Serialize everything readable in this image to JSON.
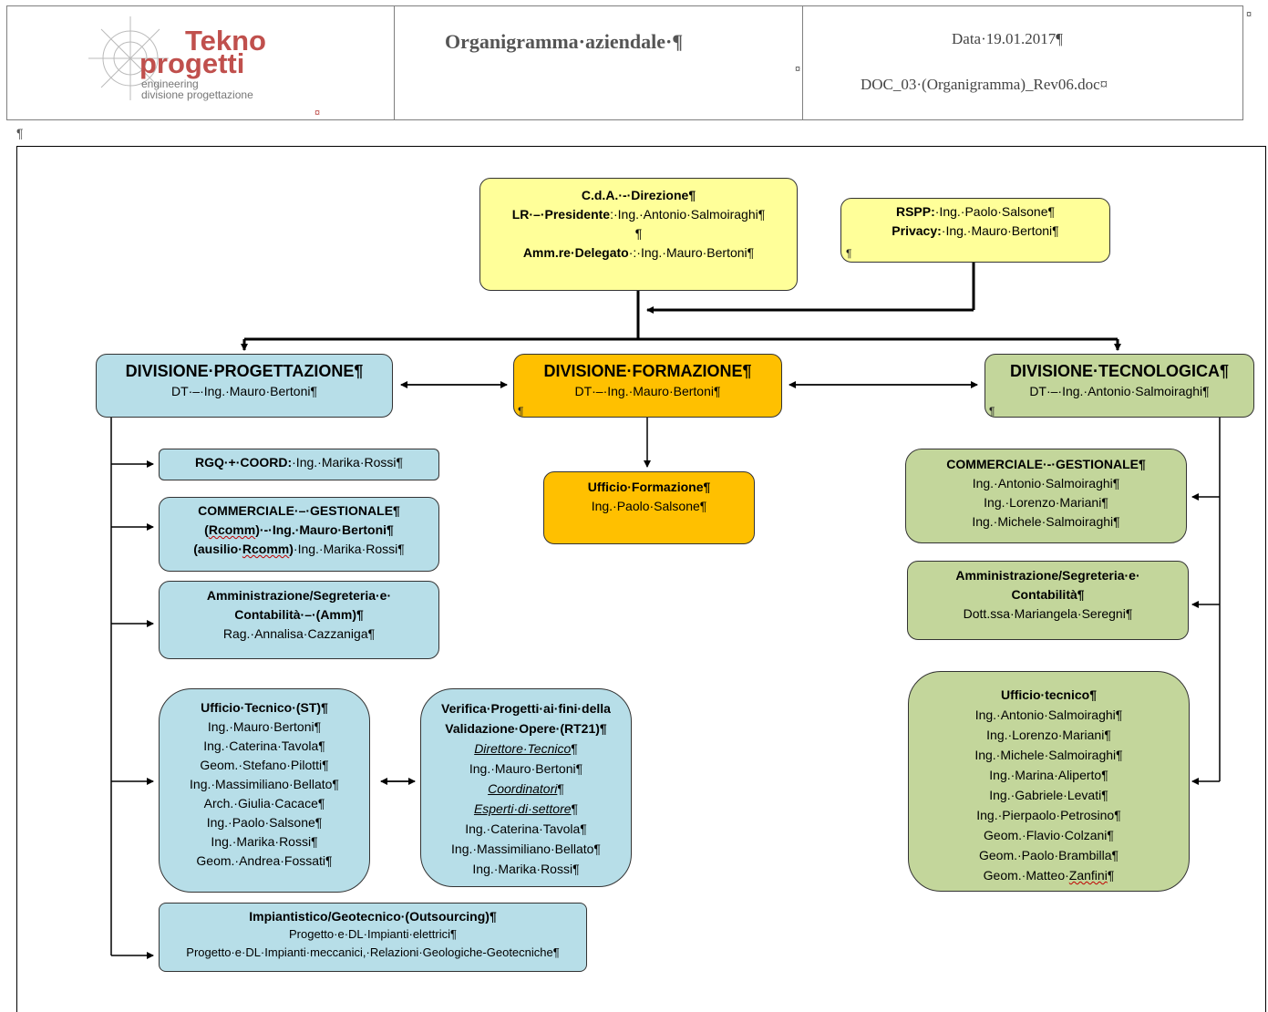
{
  "header": {
    "logo": {
      "line1": "Tekno",
      "line2": "progetti",
      "line3": "engineering",
      "line4": "divisione progettazione"
    },
    "title": "Organigramma·aziendale·¶",
    "date": "Data·19.01.2017¶",
    "doc": "DOC_03·(Organigramma)_Rev06.doc¤",
    "cell_mark": "¤",
    "para_mark": "¶"
  },
  "top": {
    "cda": {
      "l1": "C.d.A.·-·Direzione¶",
      "l2b": "LR·–·Presidente",
      "l2": ":·Ing.·Antonio·Salmoiraghi¶",
      "l3": "¶",
      "l4b": "Amm.re·Delegato",
      "l4": "·:·Ing.·Mauro·Bertoni¶"
    },
    "rspp": {
      "l1b": "RSPP:",
      "l1": "·Ing.·Paolo·Salsone¶",
      "l2b": "Privacy:",
      "l2": "·Ing.·Mauro·Bertoni¶",
      "mark": "¶"
    }
  },
  "divisions": {
    "progettazione": {
      "title": "DIVISIONE·PROGETTAZIONE¶",
      "dt": "DT·–·Ing.·Mauro·Bertoni¶"
    },
    "formazione": {
      "title": "DIVISIONE·FORMAZIONE¶",
      "dt": "DT·–·Ing.·Mauro·Bertoni¶"
    },
    "tecnologica": {
      "title": "DIVISIONE·TECNOLOGICA¶",
      "dt": "DT·–·Ing.·Antonio·Salmoiraghi¶"
    }
  },
  "progettazione_units": {
    "rgq": {
      "b": "RGQ·+·COORD:",
      "t": "·Ing.·Marika·Rossi¶"
    },
    "commerciale": {
      "l1": "COMMERCIALE·–·GESTIONALE¶",
      "l2a": "(",
      "l2r": "Rcomm",
      "l2b": ")·-·Ing.·Mauro·Bertoni¶",
      "l3a": "(ausilio·",
      "l3r": "Rcomm",
      "l3b": ")",
      "l3c": "·Ing.·Marika·Rossi¶"
    },
    "amm": {
      "l1": "Amministrazione/Segreteria·e·",
      "l2": "Contabilità·–·(Amm)¶",
      "l3": "Rag.·Annalisa·Cazzaniga¶"
    },
    "ufficio_tecnico": {
      "title": "Ufficio·Tecnico·(ST)¶",
      "members": [
        "Ing.·Mauro·Bertoni¶",
        "Ing.·Caterina·Tavola¶",
        "Geom.·Stefano·Pilotti¶",
        "Ing.·Massimiliano·Bellato¶",
        "Arch.·Giulia·Cacace¶",
        "Ing.·Paolo·Salsone¶",
        "Ing.·Marika·Rossi¶",
        "Geom.·Andrea·Fossati¶"
      ]
    },
    "verifica": {
      "l1": "Verifica·Progetti·ai·fini·della",
      "l2": "Validazione·Opere·(RT21)¶",
      "l3": "Direttore·Tecnico",
      "l3e": "¶",
      "l4": "Ing.·Mauro·Bertoni¶",
      "l5": "Coordinatori",
      "l5e": "¶",
      "l6": "Esperti·di·settore",
      "l6e": "¶",
      "l7": "Ing.·Caterina·Tavola¶",
      "l8": "Ing.·Massimiliano·Bellato¶",
      "l9": "Ing.·Marika·Rossi¶"
    },
    "impiantistico": {
      "l1": "Impiantistico/Geotecnico·(Outsourcing)¶",
      "l2": "Progetto·e·DL·Impianti·elettrici¶",
      "l3": "Progetto·e·DL·Impianti·meccanici,·Relazioni·Geologiche-Geotecniche¶"
    }
  },
  "formazione_units": {
    "ufficio": {
      "title": "Ufficio·Formazione¶",
      "member": "Ing.·Paolo·Salsone¶"
    }
  },
  "tecnologica_units": {
    "commerciale": {
      "title": "COMMERCIALE·-·GESTIONALE¶",
      "members": [
        "Ing.·Antonio·Salmoiraghi¶",
        "Ing.·Lorenzo·Mariani¶",
        "Ing.·Michele·Salmoiraghi¶"
      ]
    },
    "amm": {
      "l1": "Amministrazione/Segreteria·e·",
      "l2": "Contabilità¶",
      "l3": "Dott.ssa·Mariangela·Seregni¶"
    },
    "ufficio_tecnico": {
      "title": "Ufficio·tecnico¶",
      "members": [
        "Ing.·Antonio·Salmoiraghi¶",
        "Ing.·Lorenzo·Mariani¶",
        "Ing.·Michele·Salmoiraghi¶",
        "Ing.·Marina·Aliperto¶",
        "Ing.·Gabriele·Levati¶",
        "Ing.·Pierpaolo·Petrosino¶",
        "Geom.·Flavio·Colzani¶",
        "Geom.·Paolo·Brambilla¶"
      ],
      "last_a": "Geom.·Matteo·",
      "last_r": "Zanfini",
      "last_b": "¶"
    }
  },
  "colors": {
    "blue": "#b7dee8",
    "yellow": "#ffff99",
    "orange": "#ffc000",
    "green": "#c3d69b",
    "logo_red": "#c0504d"
  }
}
